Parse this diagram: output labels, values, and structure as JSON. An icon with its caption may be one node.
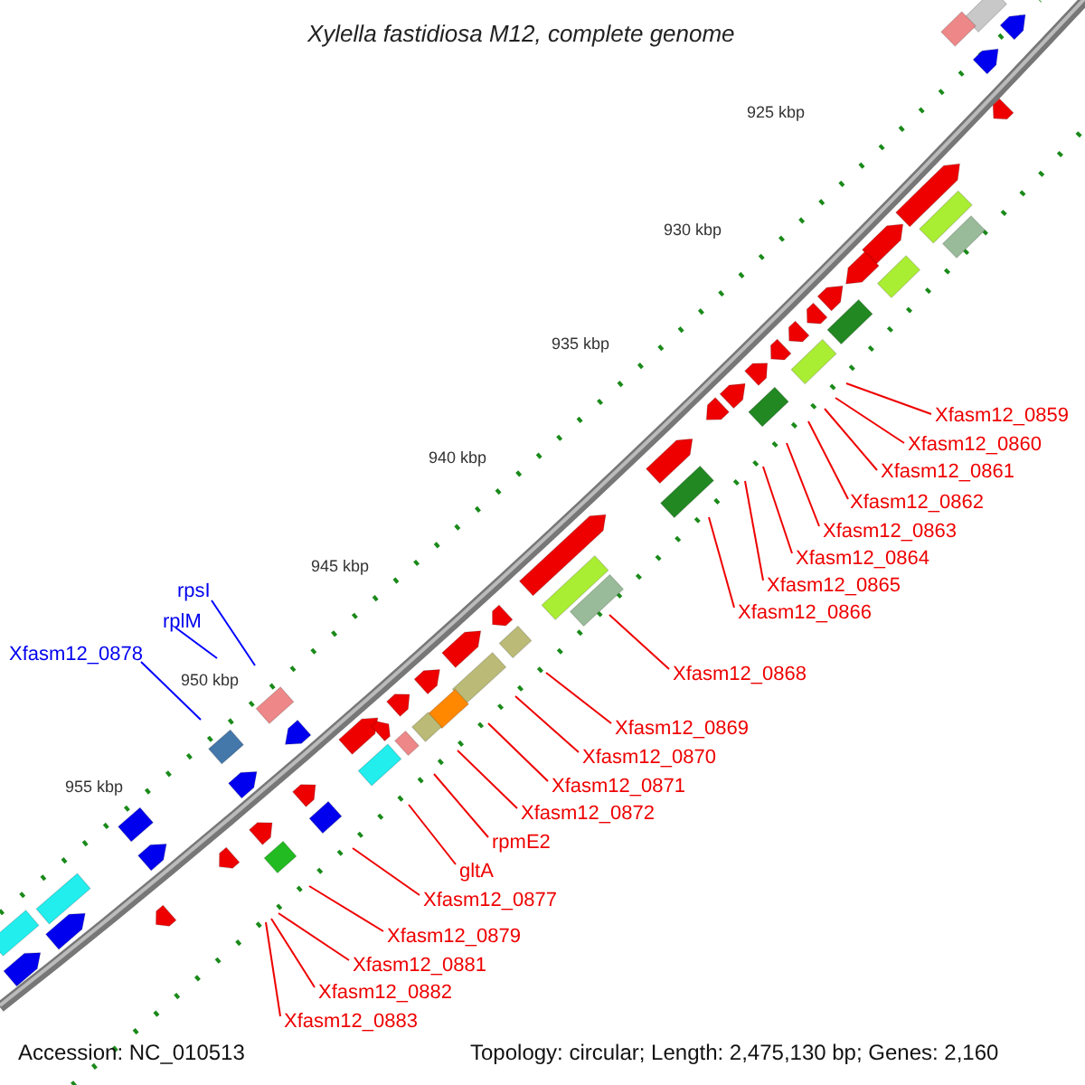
{
  "diagram": {
    "title": "Xylella fastidiosa M12, complete genome",
    "nodes": [
      {
        "text": [
          "Xfasm12_0859"
        ]
      },
      {
        "text": [
          "Xfasm12_0860"
        ]
      },
      {
        "text": [
          "Xfasm12_0861"
        ]
      },
      {
        "text": [
          "Xfasm12_0862"
        ]
      },
      {
        "text": [
          "Xfasm12_0863"
        ]
      },
      {
        "text": [
          "Xfasm12_0864"
        ]
      },
      {
        "text": [
          "Xfasm12_0865"
        ]
      },
      {
        "text": [
          "rpsI"
        ]
      },
      {
        "text": [
          "Xfasm12_0866"
        ]
      },
      {
        "text": [
          "rplM"
        ]
      },
      {
        "text": [
          "Xfasm12_0878"
        ]
      },
      {
        "text": [
          "Xfasm12_0868"
        ]
      },
      {
        "text": [
          "Xfasm12_0869"
        ]
      },
      {
        "text": [
          "Xfasm12_0870"
        ]
      },
      {
        "text": [
          "Xfasm12_0871"
        ]
      },
      {
        "text": [
          "Xfasm12_0872"
        ]
      },
      {
        "text": [
          "rpmE2"
        ]
      },
      {
        "text": [
          "gltA"
        ]
      },
      {
        "text": [
          "Xfasm12_0877"
        ]
      },
      {
        "text": [
          "Xfasm12_0879"
        ]
      },
      {
        "text": [
          "Xfasm12_0881"
        ]
      },
      {
        "text": [
          "Xfasm12_0882"
        ]
      },
      {
        "text": [
          "Xfasm12_0883"
        ]
      }
    ],
    "edges": [
      {
        "from": 0,
        "to": null,
        "arrow": "none"
      },
      {
        "from": 1,
        "to": null,
        "arrow": "none"
      },
      {
        "from": 2,
        "to": null,
        "arrow": "none"
      },
      {
        "from": 3,
        "to": null,
        "arrow": "none"
      },
      {
        "from": 4,
        "to": null,
        "arrow": "none"
      },
      {
        "from": 5,
        "to": null,
        "arrow": "none"
      },
      {
        "from": 6,
        "to": null,
        "arrow": "none"
      },
      {
        "from": 7,
        "to": null,
        "arrow": "none",
        "color": "#0000ff"
      },
      {
        "from": 8,
        "to": null,
        "arrow": "none"
      },
      {
        "from": 9,
        "to": null,
        "arrow": "none",
        "color": "#0000ff"
      },
      {
        "from": 10,
        "to": null,
        "arrow": "none",
        "color": "#0000ff"
      },
      {
        "from": 11,
        "to": null,
        "arrow": "none"
      },
      {
        "from": 12,
        "to": null,
        "arrow": "none"
      },
      {
        "from": 13,
        "to": null,
        "arrow": "none"
      },
      {
        "from": 14,
        "to": null,
        "arrow": "none"
      },
      {
        "from": 15,
        "to": null,
        "arrow": "none"
      },
      {
        "from": 16,
        "to": null,
        "arrow": "none"
      },
      {
        "from": 17,
        "to": null,
        "arrow": "none"
      },
      {
        "from": 18,
        "to": null,
        "arrow": "none"
      },
      {
        "from": 19,
        "to": null,
        "arrow": "none"
      },
      {
        "from": 20,
        "to": null,
        "arrow": "none"
      },
      {
        "from": 21,
        "to": null,
        "arrow": "none"
      },
      {
        "from": 22,
        "to": null,
        "arrow": "none"
      }
    ],
    "labels": [
      "925 kbp",
      "930 kbp",
      "935 kbp",
      "940 kbp",
      "945 kbp",
      "950 kbp",
      "955 kbp",
      "Accession: NC_010513",
      "Topology: circular; Length: 2,475,130 bp; Genes: 2,160"
    ]
  }
}
